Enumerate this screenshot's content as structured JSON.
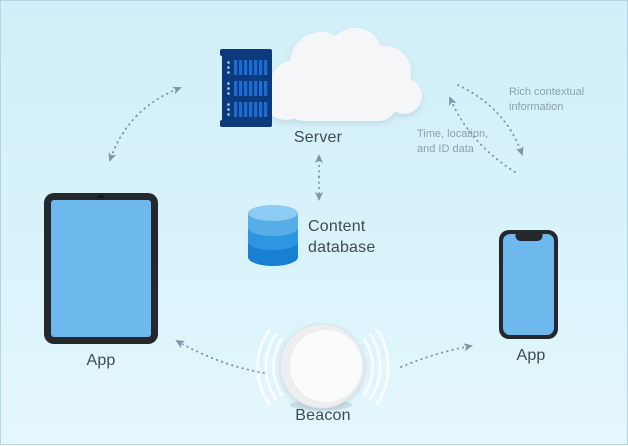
{
  "colors": {
    "background_top": "#d2eff9",
    "background_bottom": "#e4f7fd",
    "border": "#b3d4e2",
    "arrow": "#7d95a4",
    "label_text": "#3e4b55",
    "annotation_text": "#8ba1ad",
    "cloud": "#f4f6f8",
    "rack_frame": "#0b3b7c",
    "rack_slat": "#1c6cd3",
    "rack_led": "#a5d8f3",
    "database_top": "#8dccf2",
    "database_upper": "#57ade5",
    "database_middle": "#2d96e2",
    "database_bottom": "#1780d0",
    "device_frame": "#24282c",
    "device_screen": "#6db9ed",
    "beacon_body": "#eceef0",
    "beacon_face": "#fafbfc"
  },
  "nodes": {
    "server": {
      "label": "Server"
    },
    "database": {
      "label_line1": "Content",
      "label_line2": "database"
    },
    "beacon": {
      "label": "Beacon"
    },
    "tablet": {
      "label": "App"
    },
    "phone": {
      "label": "App"
    }
  },
  "annotations": {
    "rich_contextual": {
      "line1": "Rich contextual",
      "line2": "information"
    },
    "time_location": {
      "line1": "Time, location,",
      "line2": "and ID data"
    }
  },
  "icons": {
    "cloud": "cloud-icon",
    "server_rack": "server-rack-icon",
    "database": "database-icon",
    "beacon": "beacon-icon",
    "signal_waves": "signal-waves-icon",
    "tablet": "tablet-device-icon",
    "phone": "phone-device-icon",
    "arrows": "dotted-arrow"
  }
}
